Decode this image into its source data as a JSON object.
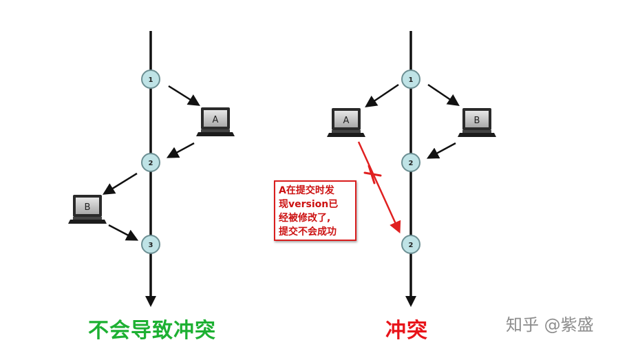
{
  "left_diagram": {
    "nodes": [
      "1",
      "2",
      "3"
    ],
    "computer_a_label": "A",
    "computer_b_label": "B",
    "caption": "不会导致冲突"
  },
  "right_diagram": {
    "nodes": [
      "1",
      "2",
      "2"
    ],
    "computer_a_label": "A",
    "computer_b_label": "B",
    "caption": "冲突",
    "note_lines": [
      "A在提交时发",
      "现version已",
      "经被修改了,",
      "提交不会成功"
    ]
  },
  "watermark": "知乎 @紫盛",
  "colors": {
    "timeline": "#111111",
    "node_fill": "#bfe3e6",
    "node_stroke": "#6c8f93",
    "conflict_red": "#e02020",
    "caption_left": "#1db032",
    "caption_right": "#e8141a"
  }
}
